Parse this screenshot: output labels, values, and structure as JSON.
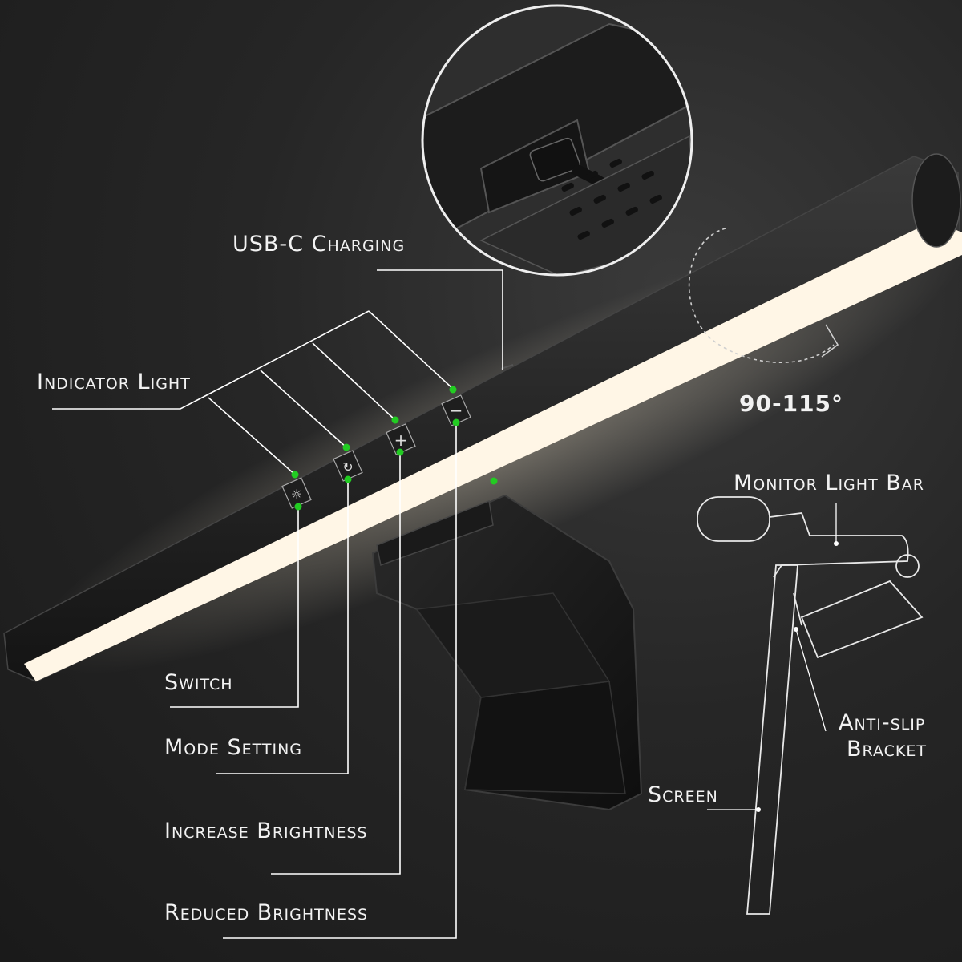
{
  "labels": {
    "usb_c_charging": "USB-C Charging",
    "indicator_light": "Indicator Light",
    "angle": "90-115°",
    "monitor_light_bar": "Monitor Light Bar",
    "switch": "Switch",
    "mode_setting": "Mode Setting",
    "anti_slip_bracket_line1": "Anti-slip",
    "anti_slip_bracket_line2": "Bracket",
    "screen": "Screen",
    "increase_brightness": "Increase Brightness",
    "reduced_brightness": "Reduced Brightness"
  },
  "button_icons": [
    "switch-icon",
    "mode-icon",
    "plus-icon",
    "minus-icon"
  ],
  "colors": {
    "background": "#262626",
    "light_panel": "#fff6e6",
    "indicator_dot": "#22cc22",
    "leader_line": "#ffffff"
  }
}
